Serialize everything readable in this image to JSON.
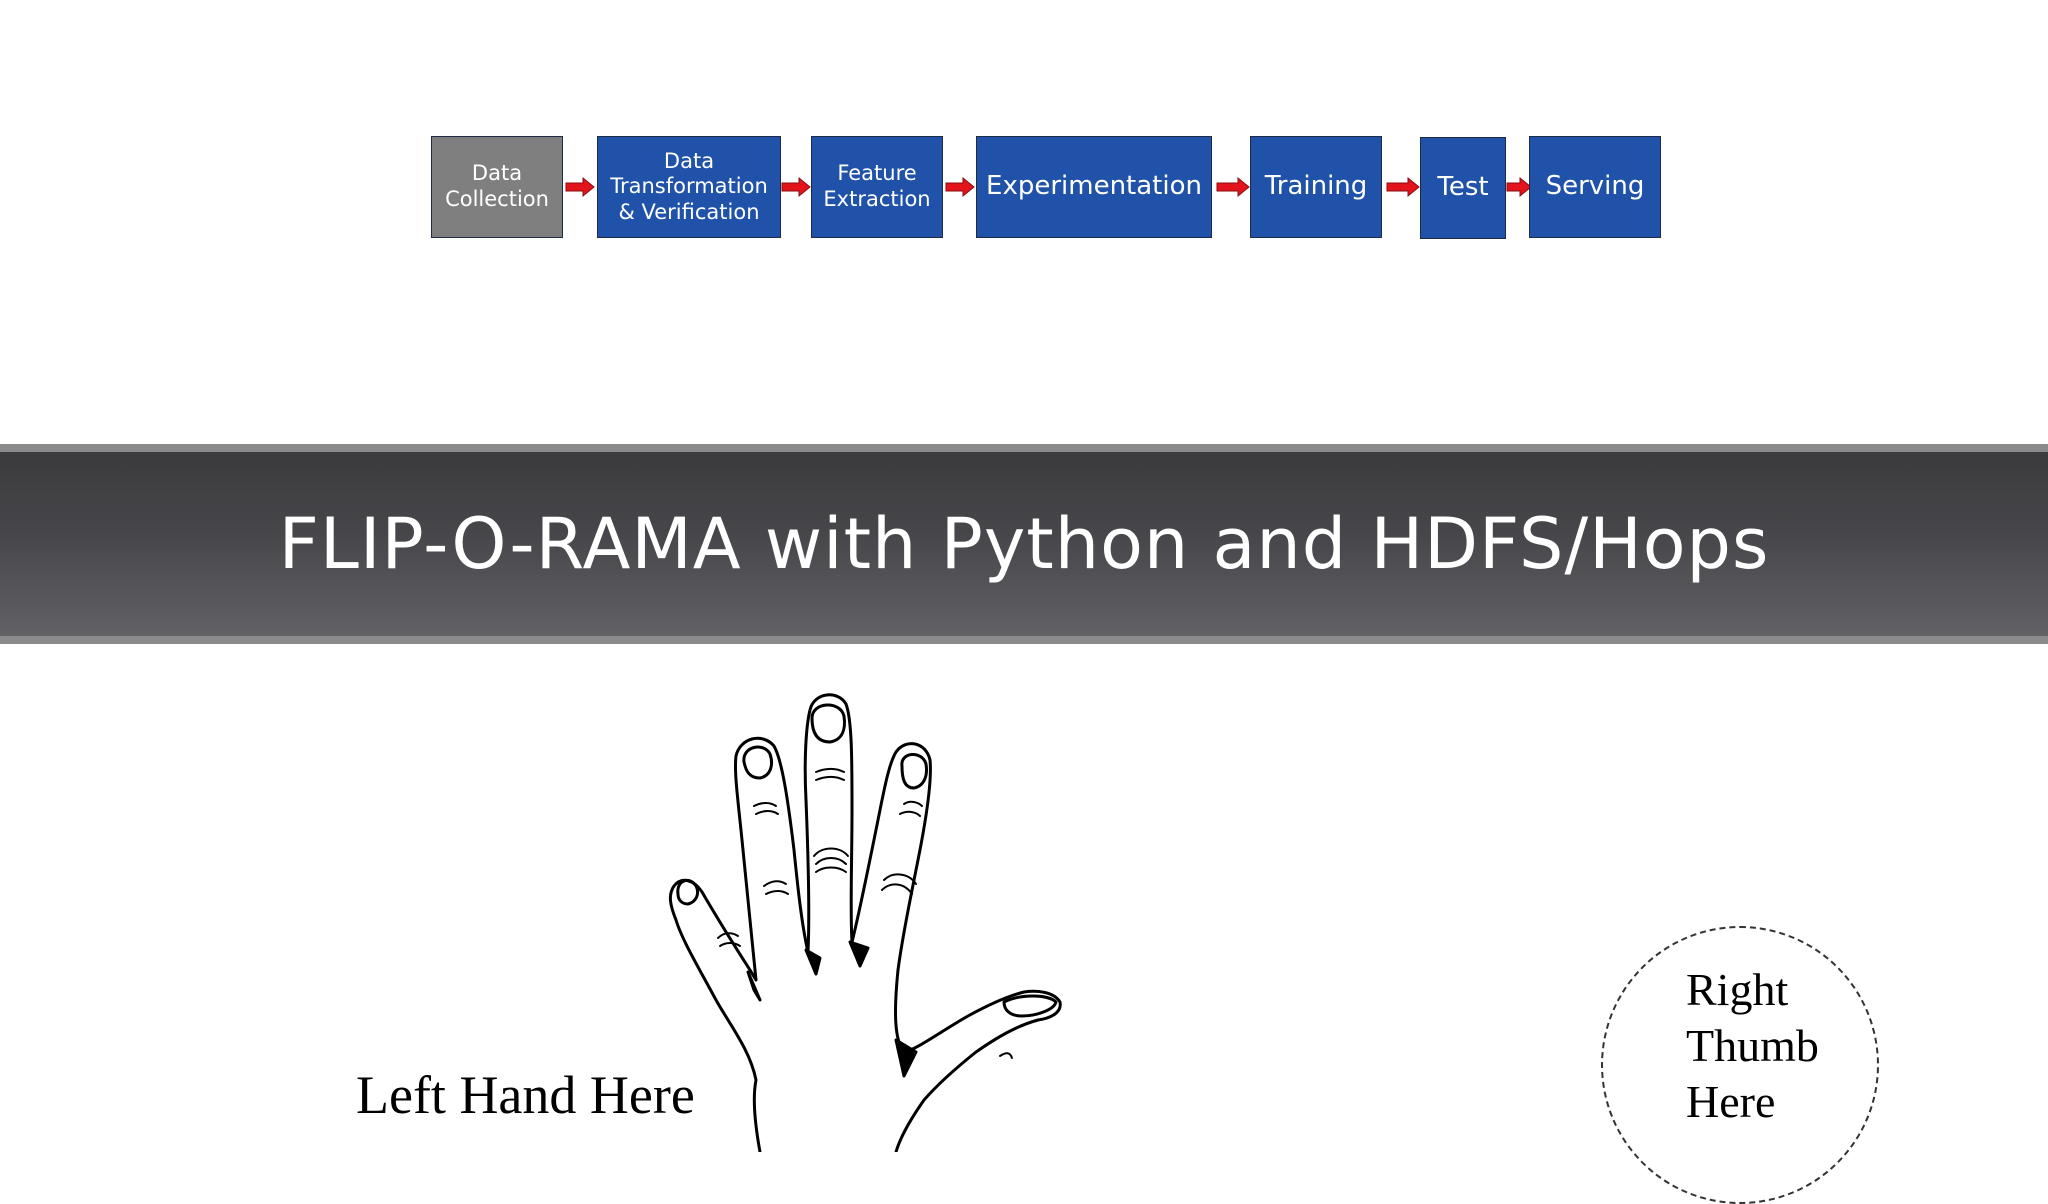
{
  "pipeline": {
    "steps": [
      {
        "label": "Data\nCollection",
        "color": "#7f7f7f"
      },
      {
        "label": "Data\nTransformation\n& Verification",
        "color": "#1f52a8"
      },
      {
        "label": "Feature\nExtraction",
        "color": "#1f52a8"
      },
      {
        "label": "Experimentation",
        "color": "#1f52a8"
      },
      {
        "label": "Training",
        "color": "#1f52a8"
      },
      {
        "label": "Test",
        "color": "#1f52a8"
      },
      {
        "label": "Serving",
        "color": "#1f52a8"
      }
    ],
    "arrow_color": "#e3141c"
  },
  "banner": {
    "title": "FLIP-O-RAMA with Python and HDFS/Hops"
  },
  "illustration": {
    "icon": "left-hand-outline-icon",
    "left_label": "Left Hand Here",
    "right_label": "Right\nThumb\nHere"
  }
}
